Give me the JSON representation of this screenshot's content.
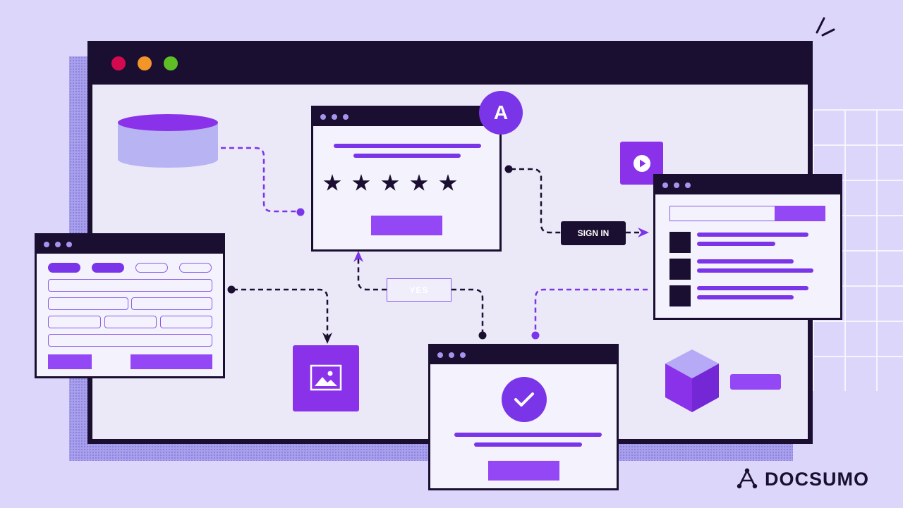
{
  "illustration": {
    "avatar_letter": "A",
    "sign_in_label": "SIGN IN",
    "yes_label": "YES",
    "rating_stars": 5,
    "colors": {
      "background": "#dcd6fb",
      "dark": "#1a0f30",
      "purple": "#7b35e8",
      "violet_block": "#9347f5",
      "red_dot": "#d40a51",
      "orange_dot": "#f2962a",
      "green_dot": "#5fbe26"
    },
    "icons": [
      "database-icon",
      "play-icon",
      "image-icon",
      "check-icon",
      "cube-icon",
      "star-icon",
      "docsumo-logo"
    ]
  },
  "brand": {
    "name": "DOCSUMO"
  }
}
